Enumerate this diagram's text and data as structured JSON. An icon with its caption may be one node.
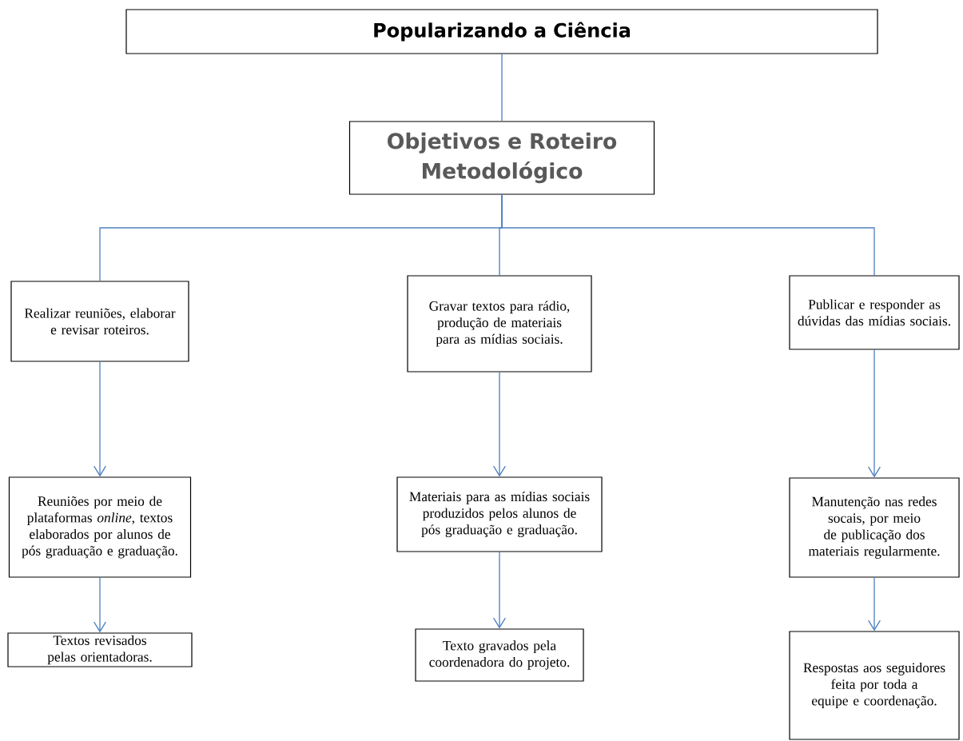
{
  "diagram": {
    "nodes": [
      {
        "text": [
          "Popularizando a Ciência"
        ]
      },
      {
        "text": [
          "Objetivos e Roteiro Metodológico"
        ]
      },
      {
        "text": [
          "Realizar reuniões, elaborar e revisar roteiros."
        ]
      },
      {
        "text": [
          "Gravar textos para rádio, produção de materiais para as mídias sociais."
        ]
      },
      {
        "text": [
          "Publicar e responder as dúvidas das mídias sociais."
        ]
      },
      {
        "text": [
          "Reuniões por meio de plataformas *online*, textos elaborados por alunos de pós graduação e graduação."
        ]
      },
      {
        "text": [
          "Materiais para as mídias sociais produzidos pelos alunos de pós graduação e graduação."
        ]
      },
      {
        "text": [
          "Manutenção nas redes socais, por meio de publicação dos materiais regularmente."
        ]
      },
      {
        "text": [
          "Textos revisados pelas orientadoras."
        ]
      },
      {
        "text": [
          "Texto gravados pela coordenadora do projeto."
        ]
      },
      {
        "text": [
          "Respostas aos seguidores feita por toda a equipe e coordenação."
        ]
      }
    ],
    "edges": [
      {
        "from": 0,
        "to": 1,
        "arrow": "none"
      },
      {
        "from": 1,
        "to": 2,
        "arrow": "none"
      },
      {
        "from": 1,
        "to": 3,
        "arrow": "none"
      },
      {
        "from": 1,
        "to": 4,
        "arrow": "none"
      },
      {
        "from": 2,
        "to": 5,
        "arrow": "to"
      },
      {
        "from": 5,
        "to": 8,
        "arrow": "to"
      },
      {
        "from": 3,
        "to": 6,
        "arrow": "to"
      },
      {
        "from": 6,
        "to": 9,
        "arrow": "to"
      },
      {
        "from": 4,
        "to": 7,
        "arrow": "to"
      },
      {
        "from": 7,
        "to": 10,
        "arrow": "to"
      }
    ]
  }
}
